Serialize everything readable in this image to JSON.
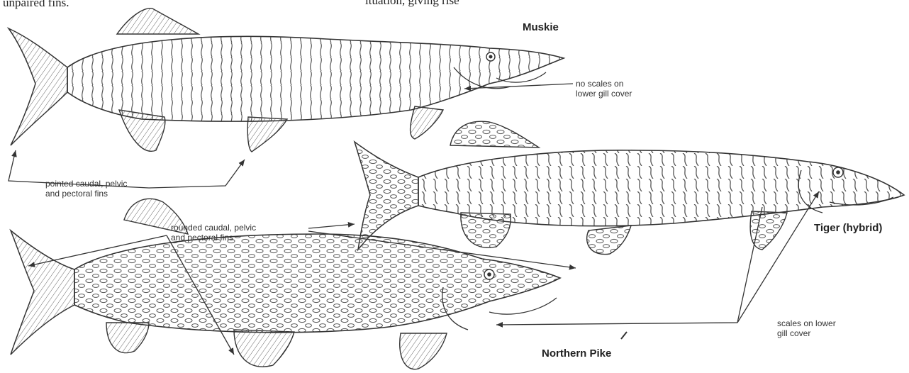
{
  "header": {
    "left_fragment": "unpaired fins.",
    "right_fragment": "ituation, giving rise"
  },
  "fish": {
    "muskie": "Muskie",
    "tiger": "Tiger (hybrid)",
    "northern_pike": "Northern Pike"
  },
  "labels": {
    "no_scales_line1": "no scales on",
    "no_scales_line2": "lower gill cover",
    "pointed_line1": "pointed caudal, pelvic",
    "pointed_line2": "and pectoral fins",
    "rounded_line1": "rounded caudal, pelvic",
    "rounded_line2": "and pectoral fins",
    "scales_line1": "scales on lower",
    "scales_line2": "gill cover"
  },
  "colors": {
    "ink": "#333333",
    "background": "#ffffff"
  }
}
